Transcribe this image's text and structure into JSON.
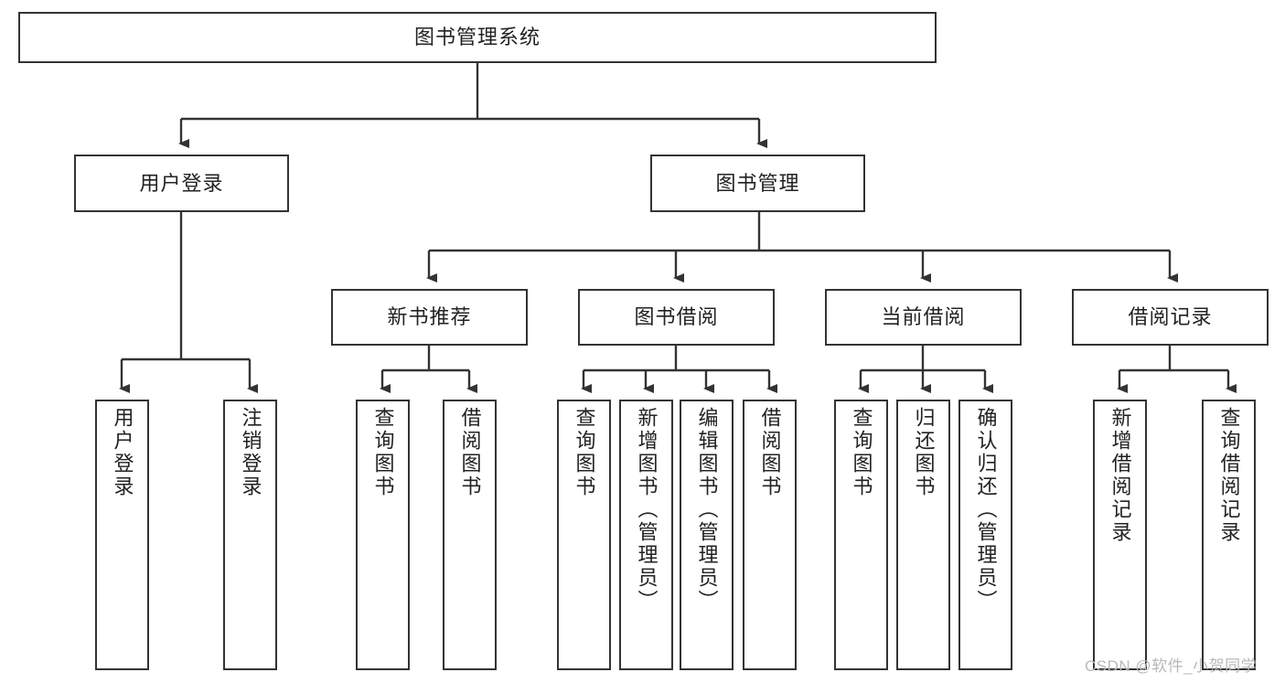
{
  "diagram": {
    "title": "图书管理系统",
    "type": "功能结构图",
    "watermark": "CSDN @软件_小贺同学",
    "colors": {
      "box_border": "#333333",
      "box_fill": "#ffffff",
      "connector": "#333333",
      "text": "#222222",
      "watermark": "#b9b9b9"
    },
    "levels": {
      "root": "图书管理系统",
      "level2": [
        "用户登录",
        "图书管理"
      ],
      "level3": [
        "新书推荐",
        "图书借阅",
        "当前借阅",
        "借阅记录"
      ]
    },
    "nodes": {
      "root": {
        "label": "图书管理系统"
      },
      "user_login": {
        "label": "用户登录"
      },
      "book_manage": {
        "label": "图书管理"
      },
      "new_book_rec": {
        "label": "新书推荐"
      },
      "book_borrow": {
        "label": "图书借阅"
      },
      "current_borrow": {
        "label": "当前借阅"
      },
      "borrow_record": {
        "label": "借阅记录"
      },
      "leaf_user_login": {
        "label": "用户登录"
      },
      "leaf_logout": {
        "label": "注销登录"
      },
      "leaf_query_book_1": {
        "label": "查询图书"
      },
      "leaf_borrow_book_1": {
        "label": "借阅图书"
      },
      "leaf_query_book_2": {
        "label": "查询图书"
      },
      "leaf_add_book": {
        "label": "新增图书（管理员）"
      },
      "leaf_edit_book": {
        "label": "编辑图书（管理员）"
      },
      "leaf_borrow_book_2": {
        "label": "借阅图书"
      },
      "leaf_query_book_3": {
        "label": "查询图书"
      },
      "leaf_return_book": {
        "label": "归还图书"
      },
      "leaf_confirm_return": {
        "label": "确认归还（管理员）"
      },
      "leaf_add_record": {
        "label": "新增借阅记录"
      },
      "leaf_query_record": {
        "label": "查询借阅记录"
      }
    },
    "tree": [
      {
        "label": "图书管理系统",
        "children": [
          {
            "label": "用户登录",
            "children": [
              {
                "label": "用户登录"
              },
              {
                "label": "注销登录"
              }
            ]
          },
          {
            "label": "图书管理",
            "children": [
              {
                "label": "新书推荐",
                "children": [
                  {
                    "label": "查询图书"
                  },
                  {
                    "label": "借阅图书"
                  }
                ]
              },
              {
                "label": "图书借阅",
                "children": [
                  {
                    "label": "查询图书"
                  },
                  {
                    "label": "新增图书（管理员）"
                  },
                  {
                    "label": "编辑图书（管理员）"
                  },
                  {
                    "label": "借阅图书"
                  }
                ]
              },
              {
                "label": "当前借阅",
                "children": [
                  {
                    "label": "查询图书"
                  },
                  {
                    "label": "归还图书"
                  },
                  {
                    "label": "确认归还（管理员）"
                  }
                ]
              },
              {
                "label": "借阅记录",
                "children": [
                  {
                    "label": "新增借阅记录"
                  },
                  {
                    "label": "查询借阅记录"
                  }
                ]
              }
            ]
          }
        ]
      }
    ]
  }
}
